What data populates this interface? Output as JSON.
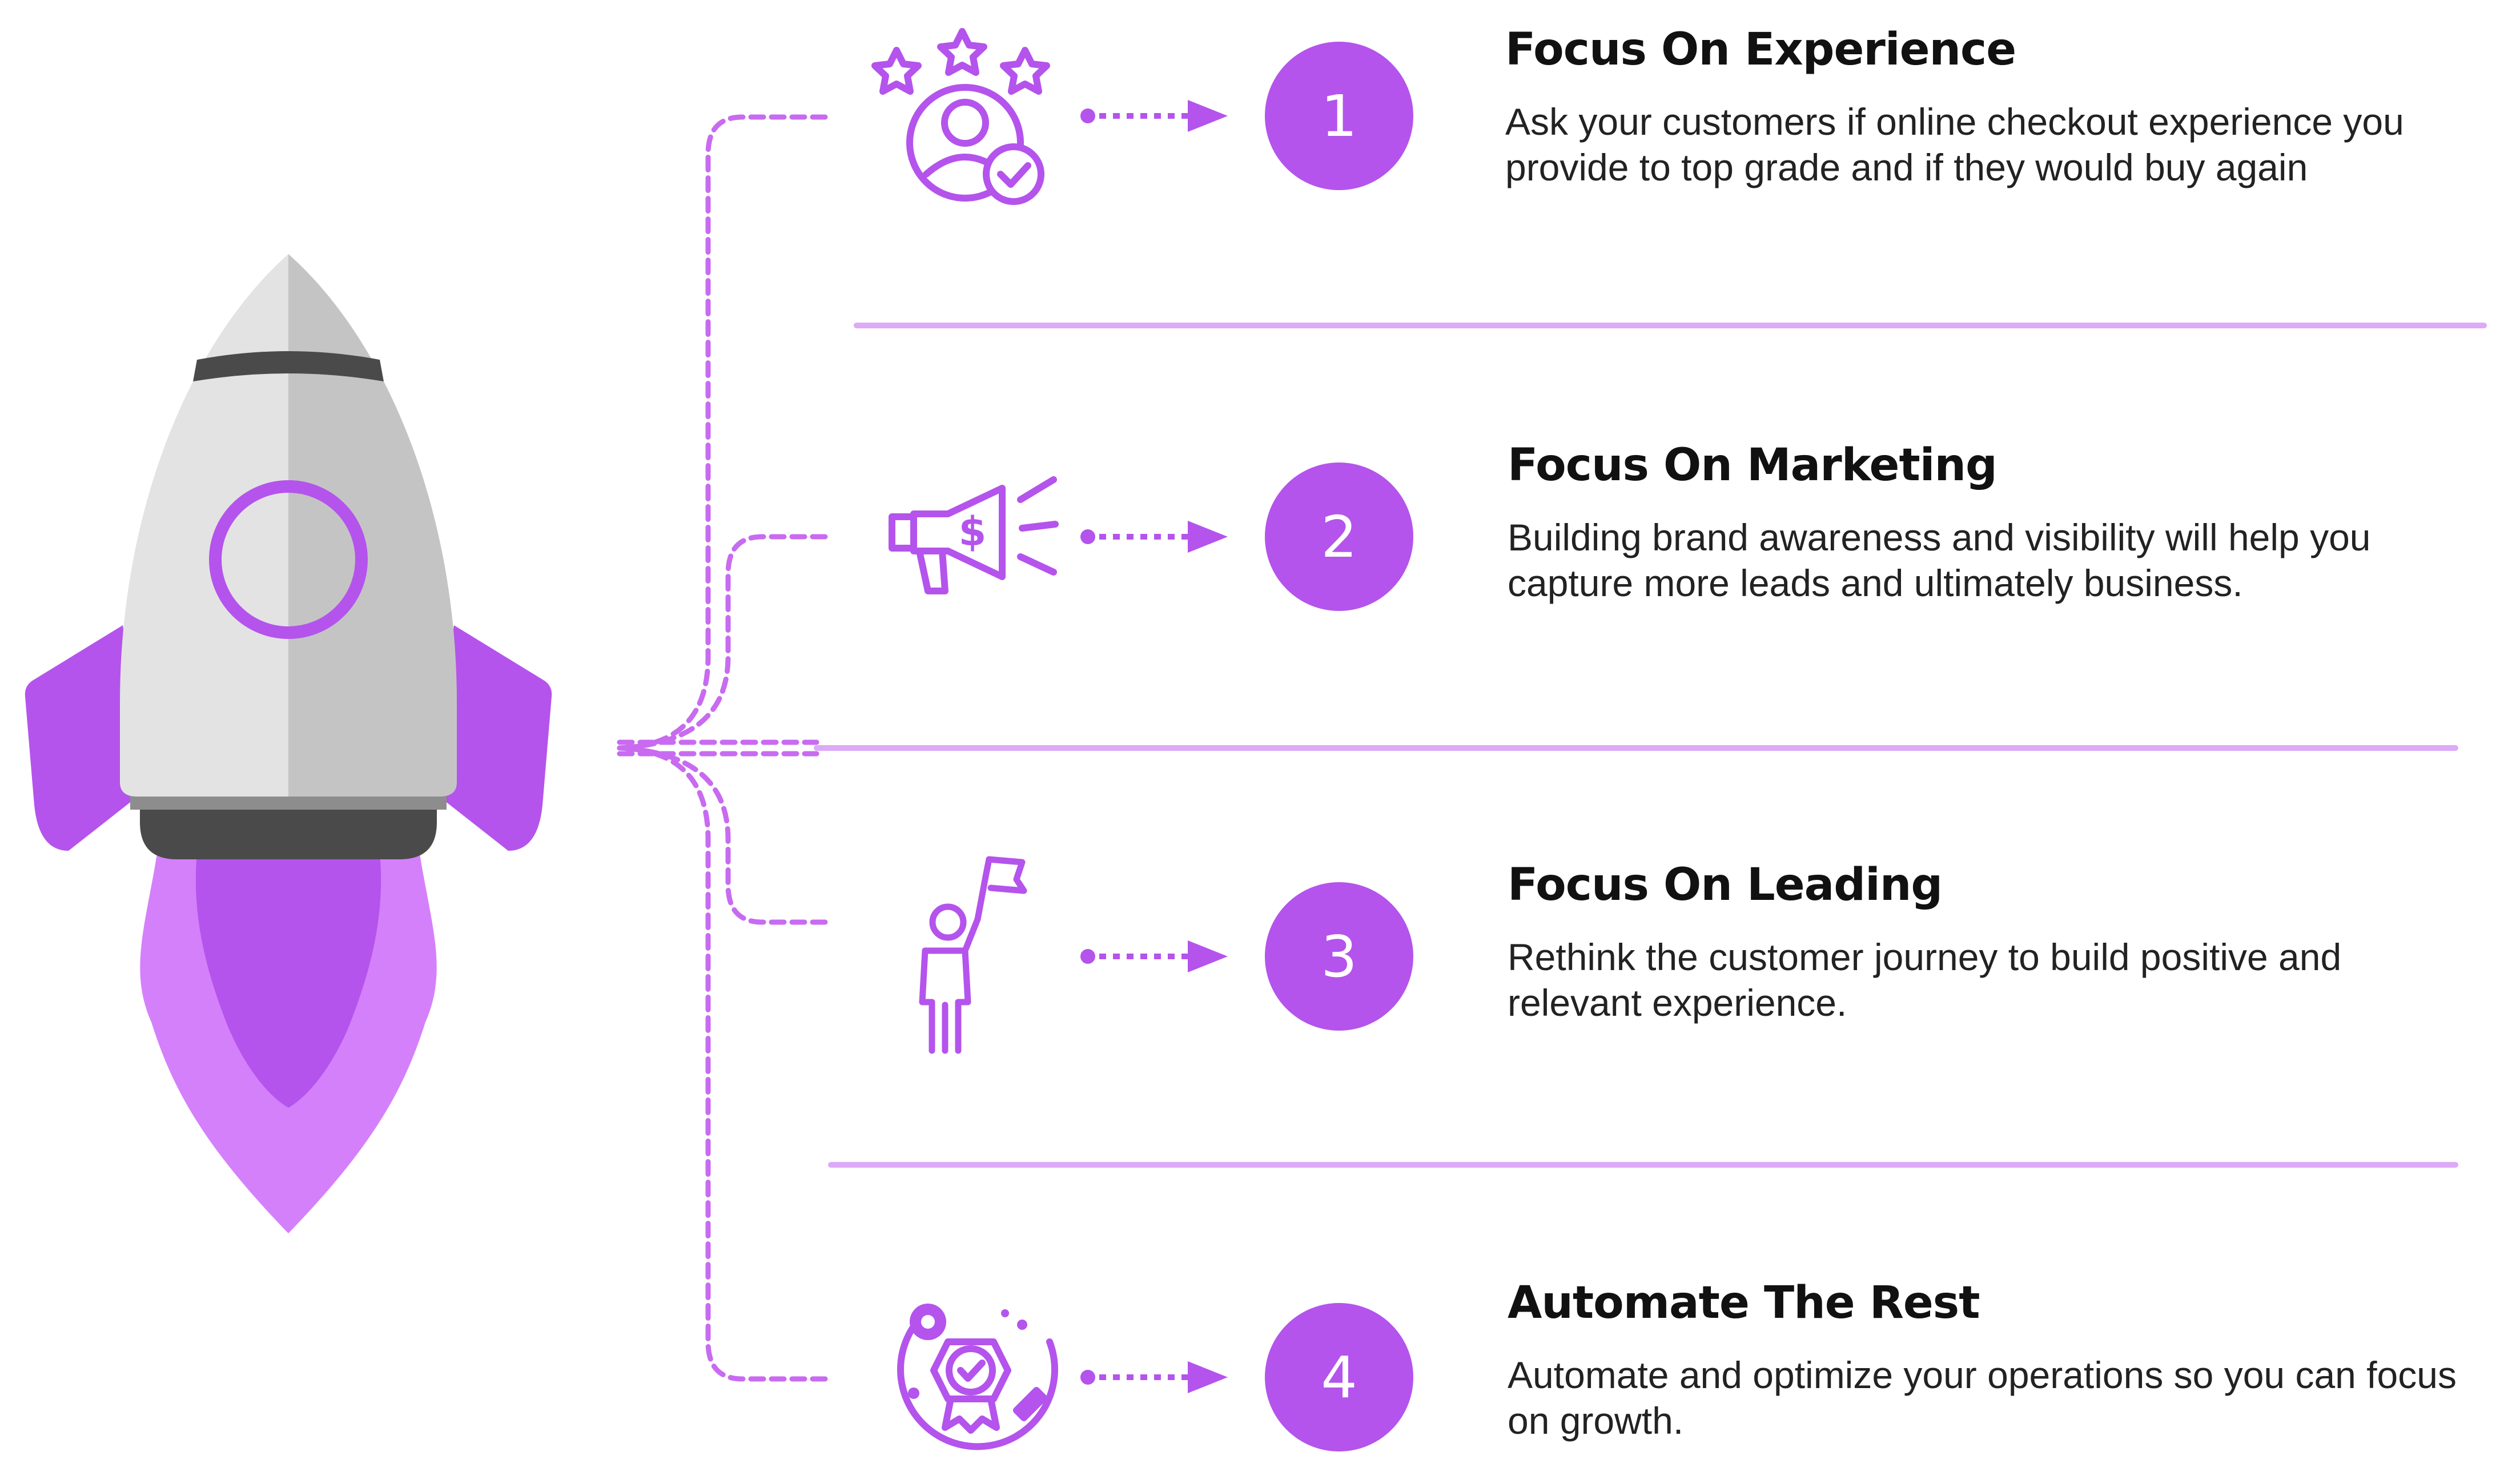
{
  "colors": {
    "accent": "#b454ec",
    "accent_light": "#d580fb",
    "divider": "#dcaaf6",
    "rocket_light": "#e3e3e3",
    "rocket_dark": "#c4c4c4",
    "rocket_band": "#4a4a4a"
  },
  "steps": [
    {
      "number": "1",
      "title": "Focus On Experience",
      "description": "Ask your customers if online checkout experience you provide to top grade and if they would buy again",
      "icon": "customer-rating-icon"
    },
    {
      "number": "2",
      "title": "Focus On Marketing",
      "description": "Building brand awareness and visibility will help you capture more leads and ultimately business.",
      "icon": "megaphone-dollar-icon"
    },
    {
      "number": "3",
      "title": "Focus On Leading",
      "description": "Rethink the customer journey to build positive and relevant experience.",
      "icon": "person-flag-icon"
    },
    {
      "number": "4",
      "title": "Automate The Rest",
      "description": "Automate and optimize your operations so you can focus on growth.",
      "icon": "automation-badge-icon"
    }
  ]
}
